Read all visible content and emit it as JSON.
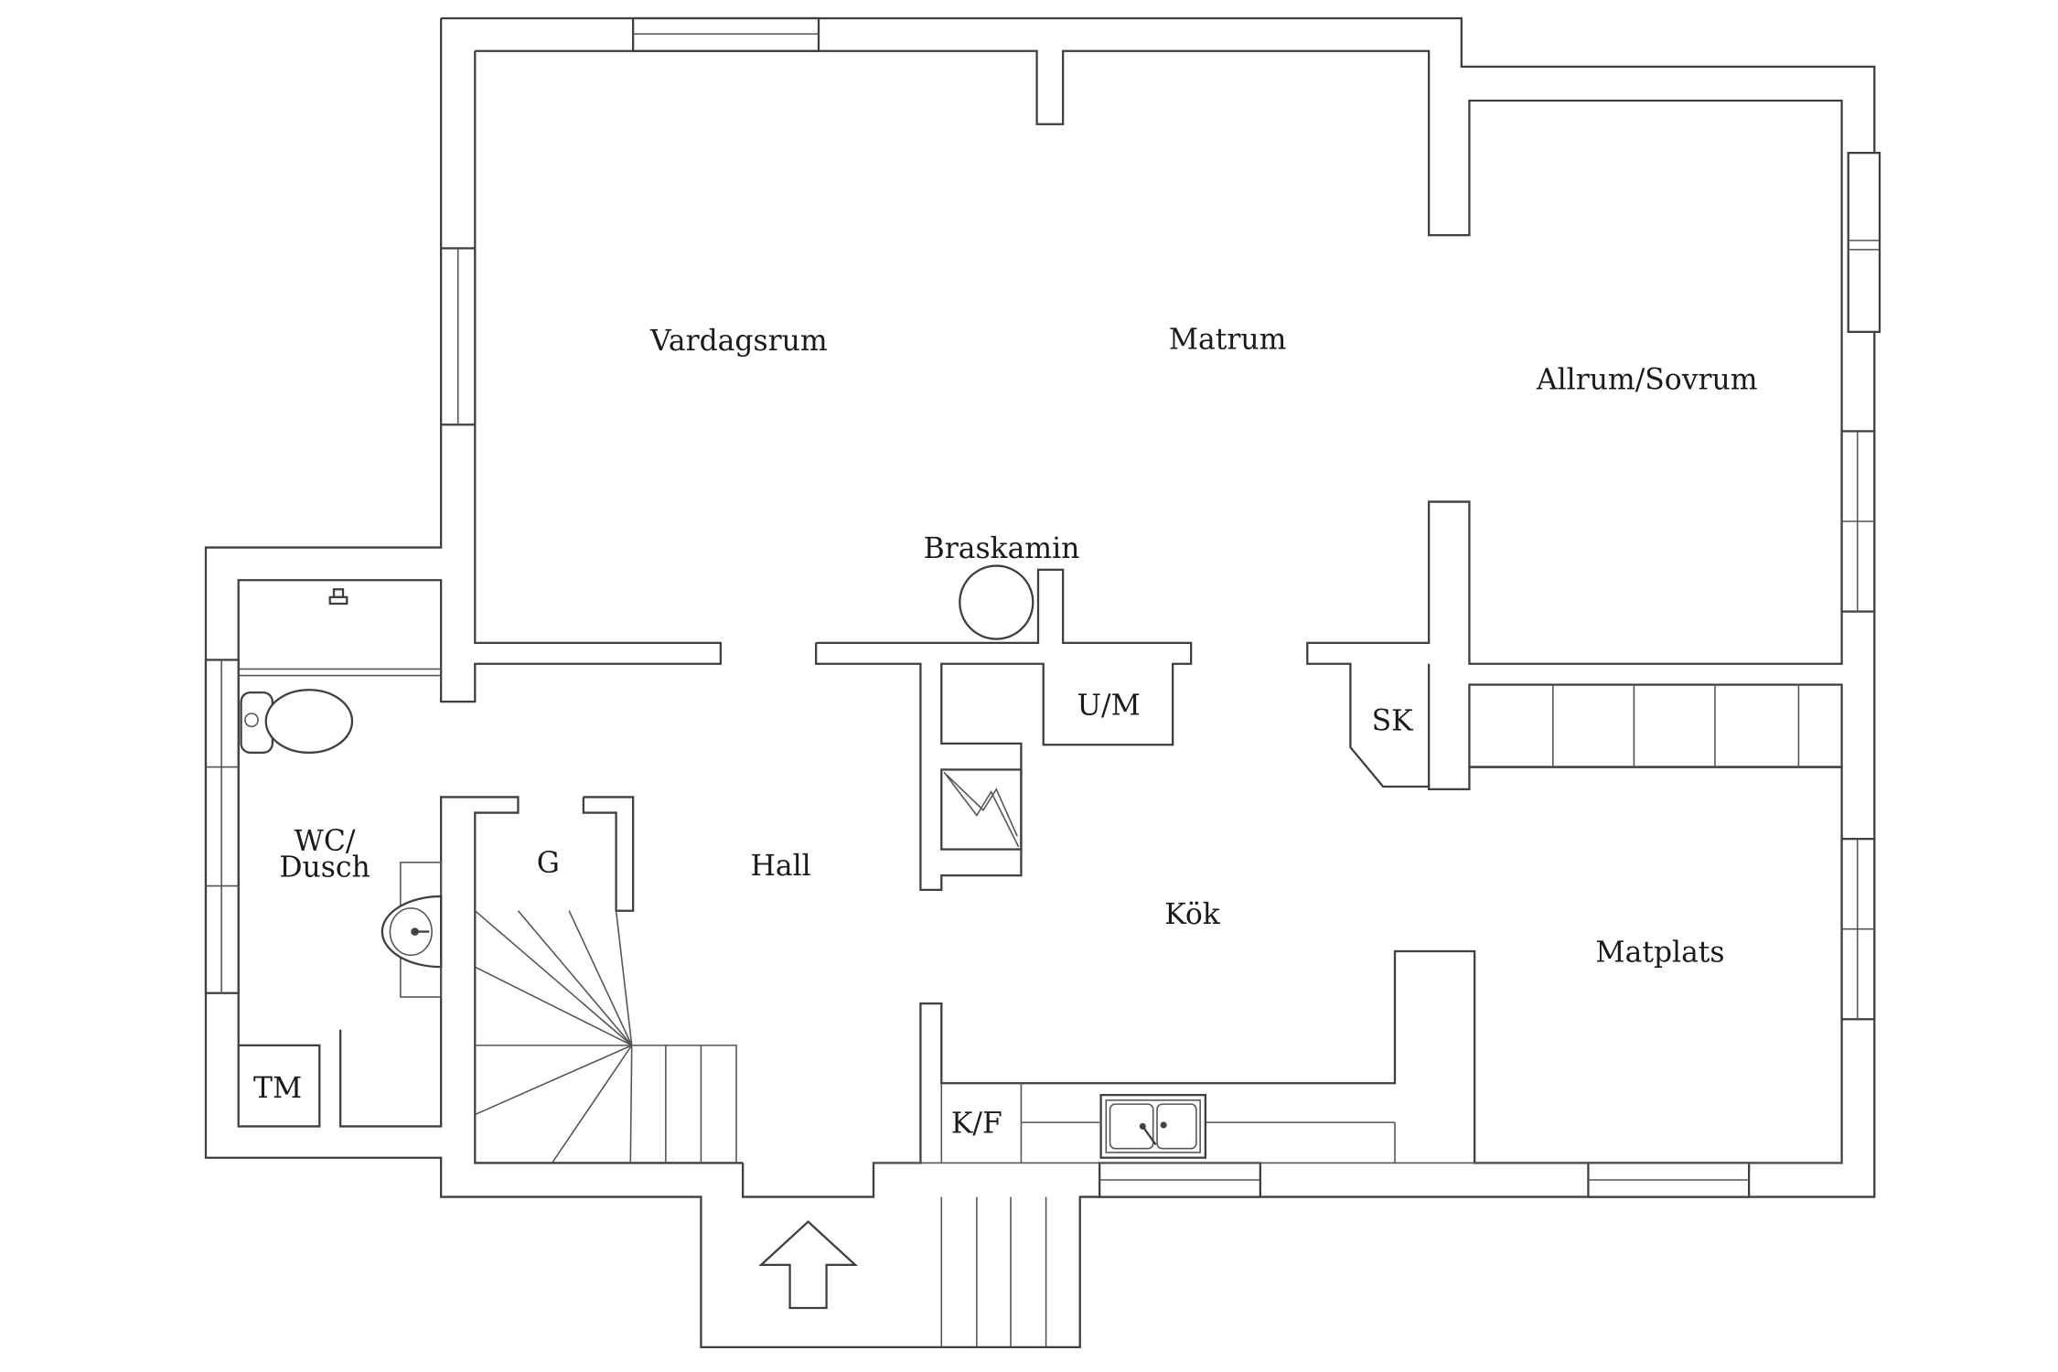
{
  "rooms": {
    "vardagsrum": "Vardagsrum",
    "matrum": "Matrum",
    "allrum": "Allrum/Sovrum",
    "braskamin": "Braskamin",
    "um": "U/M",
    "sk": "SK",
    "wc_line1": "WC/",
    "wc_line2": "Dusch",
    "g": "G",
    "hall": "Hall",
    "kok": "Kök",
    "matplats": "Matplats",
    "tm": "TM",
    "kf": "K/F"
  }
}
